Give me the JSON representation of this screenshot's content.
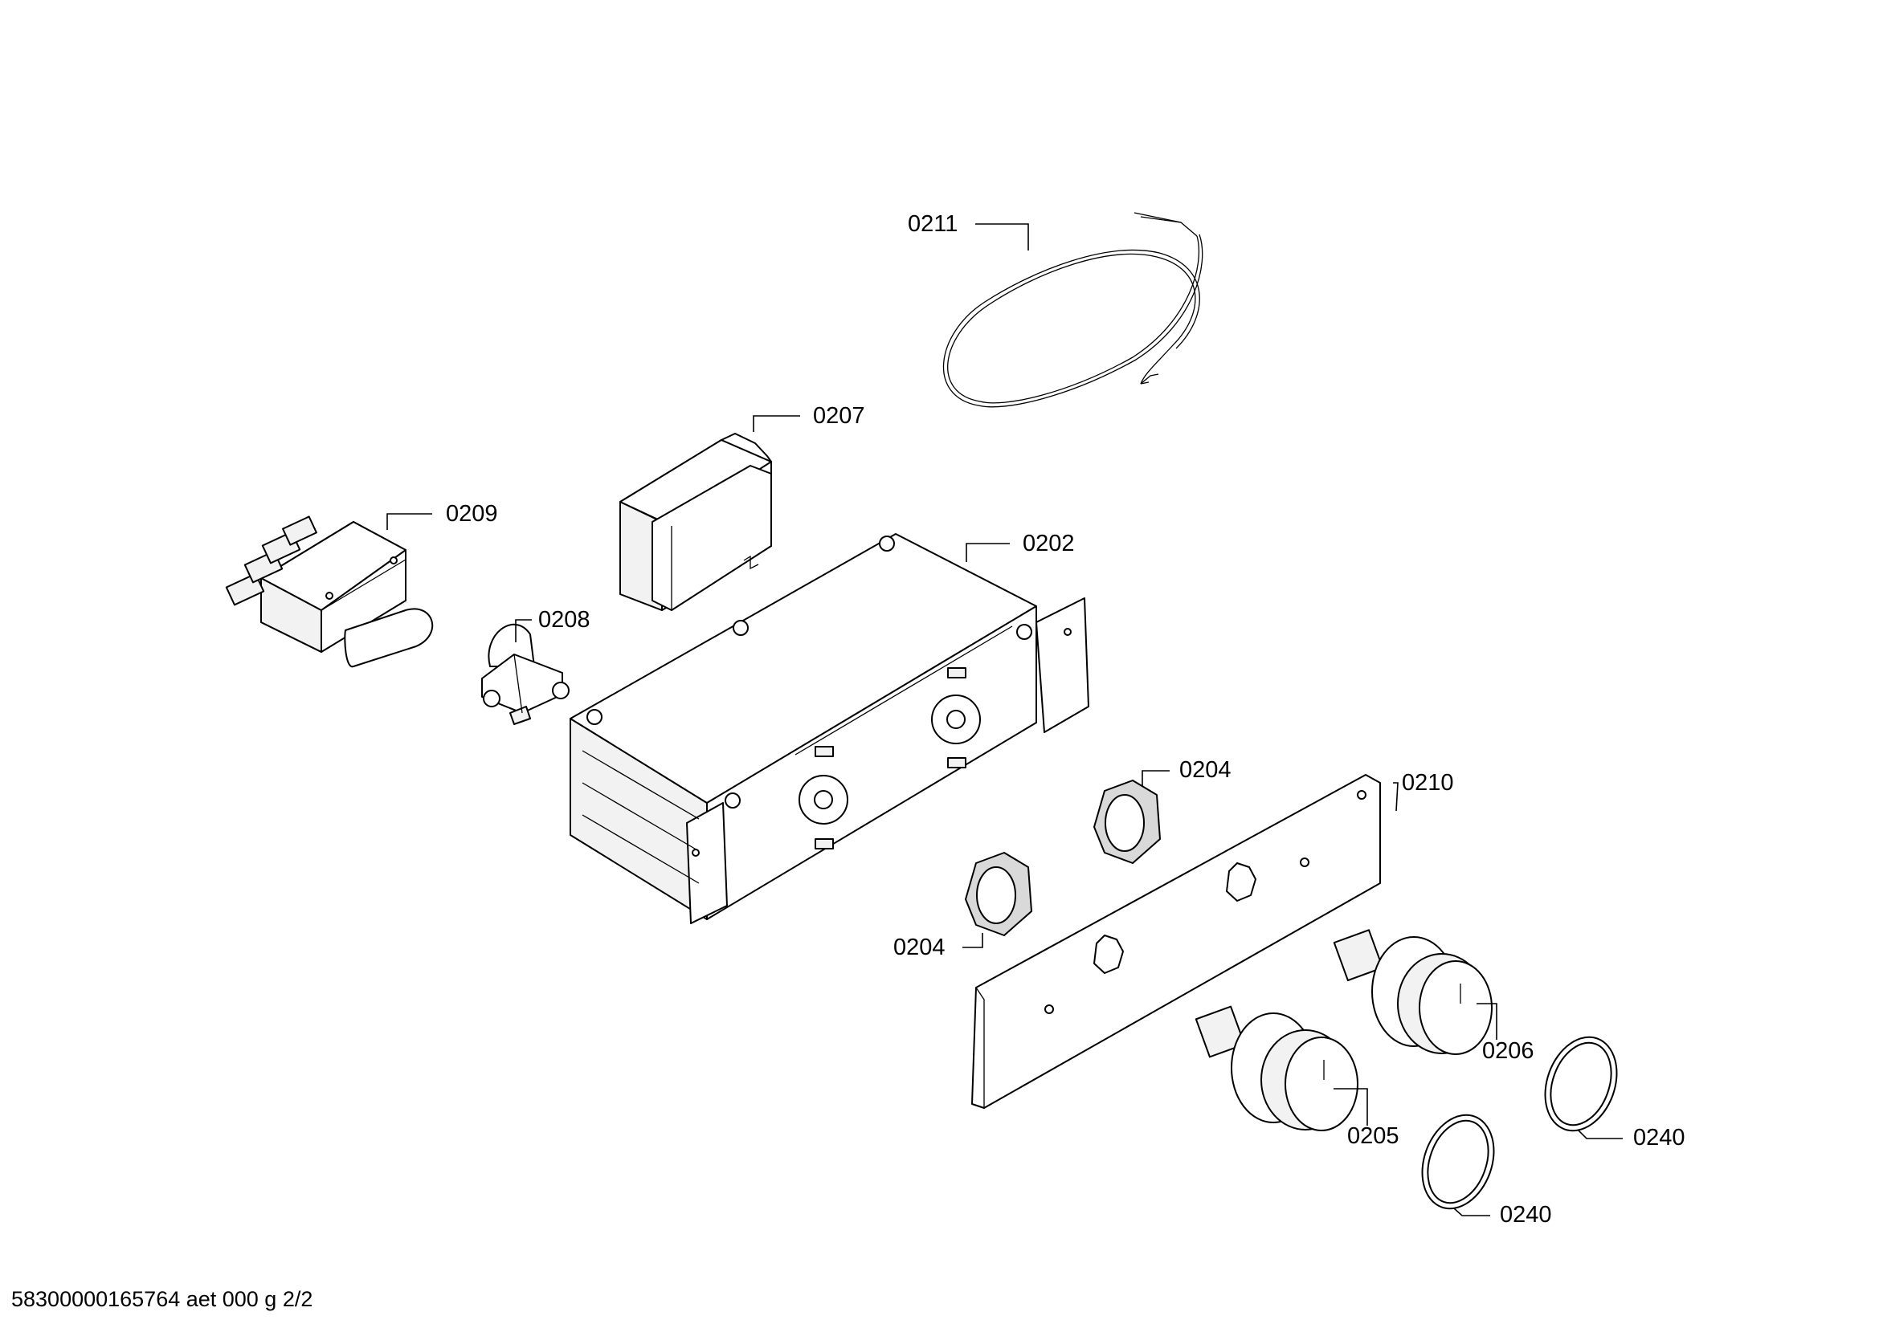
{
  "drawing": {
    "footer_code": "58300000165764 aet 000 g 2/2",
    "labels": {
      "cable": "0211",
      "relay_box": "0207",
      "power_connector": "0209",
      "terminal_clip": "0208",
      "housing_bracket": "0202",
      "hex_nut_upper": "0204",
      "hex_nut_lower": "0204",
      "front_panel": "0210",
      "knob_right": "0206",
      "knob_left": "0205",
      "ring_right": "0240",
      "ring_lower": "0240"
    }
  }
}
